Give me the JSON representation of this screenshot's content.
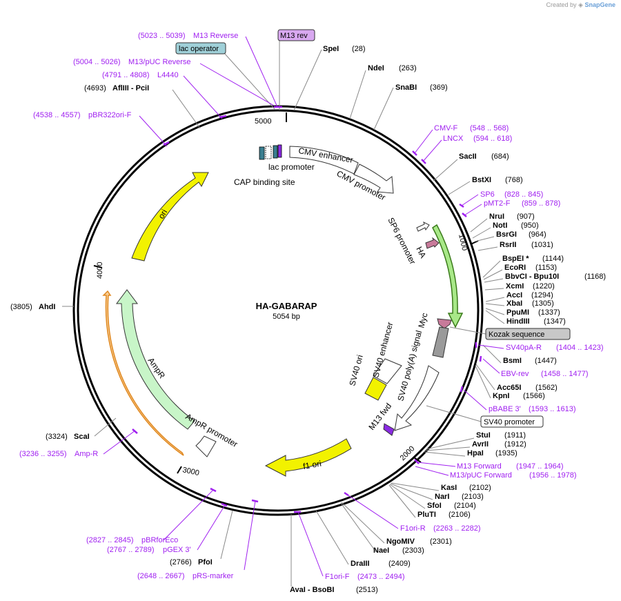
{
  "credit": {
    "prefix": "Created by",
    "brand": "SnapGene"
  },
  "plasmid": {
    "name": "HA-GABARAP",
    "size_label": "5054 bp",
    "length": 5054
  },
  "ticks": [
    {
      "bp": 0,
      "label": "5000"
    },
    {
      "bp": 1000,
      "label": "1000"
    },
    {
      "bp": 2000,
      "label": "2000"
    },
    {
      "bp": 3000,
      "label": "3000"
    },
    {
      "bp": 4000,
      "label": "4000"
    }
  ],
  "enzymes": [
    {
      "name": "SpeI",
      "pos": "(28)"
    },
    {
      "name": "NdeI",
      "pos": "(263)"
    },
    {
      "name": "SnaBI",
      "pos": "(369)"
    },
    {
      "name": "SacII",
      "pos": "(684)"
    },
    {
      "name": "BstXI",
      "pos": "(768)"
    },
    {
      "name": "NruI",
      "pos": "(907)"
    },
    {
      "name": "NotI",
      "pos": "(950)"
    },
    {
      "name": "BsrGI",
      "pos": "(964)"
    },
    {
      "name": "RsrII",
      "pos": "(1031)"
    },
    {
      "name": "BspEI *",
      "pos": "(1144)"
    },
    {
      "name": "EcoRI",
      "pos": "(1153)"
    },
    {
      "name": "BbvCI - Bpu10I",
      "pos": "(1168)"
    },
    {
      "name": "XcmI",
      "pos": "(1220)"
    },
    {
      "name": "AccI",
      "pos": "(1294)"
    },
    {
      "name": "XbaI",
      "pos": "(1305)"
    },
    {
      "name": "PpuMI",
      "pos": "(1337)"
    },
    {
      "name": "HindIII",
      "pos": "(1347)"
    },
    {
      "name": "BsmI",
      "pos": "(1447)"
    },
    {
      "name": "Acc65I",
      "pos": "(1562)"
    },
    {
      "name": "KpnI",
      "pos": "(1566)"
    },
    {
      "name": "StuI",
      "pos": "(1911)"
    },
    {
      "name": "AvrII",
      "pos": "(1912)"
    },
    {
      "name": "HpaI",
      "pos": "(1935)"
    },
    {
      "name": "KasI",
      "pos": "(2102)"
    },
    {
      "name": "NarI",
      "pos": "(2103)"
    },
    {
      "name": "SfoI",
      "pos": "(2104)"
    },
    {
      "name": "PluTI",
      "pos": "(2106)"
    },
    {
      "name": "NgoMIV",
      "pos": "(2301)"
    },
    {
      "name": "NaeI",
      "pos": "(2303)"
    },
    {
      "name": "DraIII",
      "pos": "(2409)"
    },
    {
      "name": "AvaI - BsoBI",
      "pos": "(2513)"
    },
    {
      "name": "PfoI",
      "pos": "(2766)"
    },
    {
      "name": "ScaI",
      "pos": "(3324)"
    },
    {
      "name": "AhdI",
      "pos": "(3805)"
    },
    {
      "name": "AflIII - PciI",
      "pos": "(4693)"
    }
  ],
  "primers": [
    {
      "name": "M13 Reverse",
      "range": "(5023 .. 5039)"
    },
    {
      "name": "M13/pUC Reverse",
      "range": "(5004 .. 5026)"
    },
    {
      "name": "L4440",
      "range": "(4791 .. 4808)"
    },
    {
      "name": "pBR322ori-F",
      "range": "(4538 .. 4557)"
    },
    {
      "name": "CMV-F",
      "range": "(548 .. 568)"
    },
    {
      "name": "LNCX",
      "range": "(594 .. 618)"
    },
    {
      "name": "SP6",
      "range": "(828 .. 845)"
    },
    {
      "name": "pMT2-F",
      "range": "(859 .. 878)"
    },
    {
      "name": "SV40pA-R",
      "range": "(1404 .. 1423)"
    },
    {
      "name": "EBV-rev",
      "range": "(1458 .. 1477)"
    },
    {
      "name": "pBABE 3'",
      "range": "(1593 .. 1613)"
    },
    {
      "name": "M13 Forward",
      "range": "(1947 .. 1964)"
    },
    {
      "name": "M13/pUC Forward",
      "range": "(1956 .. 1978)"
    },
    {
      "name": "F1ori-R",
      "range": "(2263 .. 2282)"
    },
    {
      "name": "F1ori-F",
      "range": "(2473 .. 2494)"
    },
    {
      "name": "pBRforEco",
      "range": "(2827 .. 2845)"
    },
    {
      "name": "pGEX 3'",
      "range": "(2767 .. 2789)"
    },
    {
      "name": "pRS-marker",
      "range": "(2648 .. 2667)"
    },
    {
      "name": "Amp-R",
      "range": "(3236 .. 3255)"
    }
  ],
  "boxed_features": [
    {
      "label": "M13 rev",
      "color": "#d8a8f0"
    },
    {
      "label": "lac operator",
      "color": "#9fd0d8"
    },
    {
      "label": "Kozak sequence",
      "color": "#c8c8c8"
    },
    {
      "label": "SV40 promoter",
      "color": "#ffffff"
    }
  ],
  "features": [
    {
      "label": "CMV enhancer",
      "color": "#ffffff"
    },
    {
      "label": "CMV promoter",
      "color": "#ffffff"
    },
    {
      "label": "lac promoter",
      "color": "#ffffff"
    },
    {
      "label": "CAP binding site",
      "color": "#3a7e8f"
    },
    {
      "label": "SP6 promoter",
      "color": "#ffffff"
    },
    {
      "label": "HA",
      "color": "#c87a9a"
    },
    {
      "label": "Myc",
      "color": "#c87a9a"
    },
    {
      "label": "SV40 poly(A) signal",
      "color": "#9a9a9a"
    },
    {
      "label": "SV40 ori",
      "color": "#f2f200"
    },
    {
      "label": "SV40 enhancer",
      "color": "#ffffff"
    },
    {
      "label": "M13 fwd",
      "color": "#8a2be2"
    },
    {
      "label": "f1 ori",
      "color": "#f2f200"
    },
    {
      "label": "AmpR promoter",
      "color": "#ffffff"
    },
    {
      "label": "AmpR",
      "color": "#c8f5c8"
    },
    {
      "label": "ori",
      "color": "#f2f200"
    }
  ],
  "colors": {
    "primer": "#a020f0",
    "gabarap_cds": "#a8e888",
    "ampr_outline": "#f0a040"
  }
}
